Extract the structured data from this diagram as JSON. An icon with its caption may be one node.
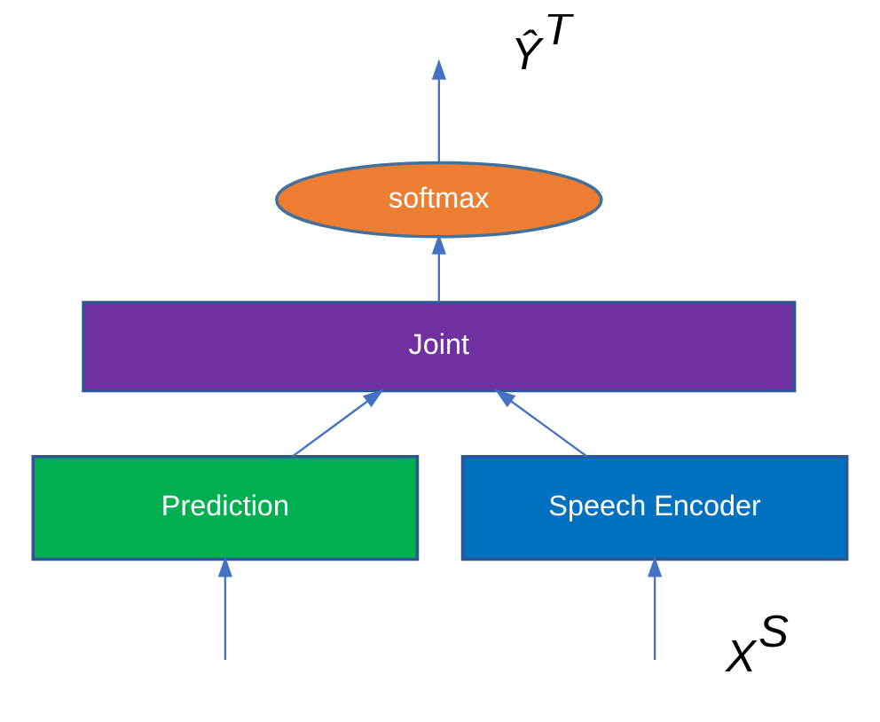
{
  "diagram": {
    "nodes": [
      {
        "text": [
          "softmax"
        ]
      },
      {
        "text": [
          "Joint"
        ]
      },
      {
        "text": [
          "Prediction"
        ]
      },
      {
        "text": [
          "Speech Encoder"
        ]
      }
    ],
    "edges": [
      {
        "from": 0,
        "to": null,
        "arrow": "to"
      },
      {
        "from": 1,
        "to": 0,
        "arrow": "to"
      },
      {
        "from": 2,
        "to": 1,
        "arrow": "to"
      },
      {
        "from": 3,
        "to": 1,
        "arrow": "to"
      },
      {
        "from": null,
        "to": 2,
        "arrow": "to"
      },
      {
        "from": null,
        "to": 3,
        "arrow": "to"
      }
    ],
    "labels": [
      "Ŷ$^{T}$",
      "X$^{S}$"
    ]
  }
}
